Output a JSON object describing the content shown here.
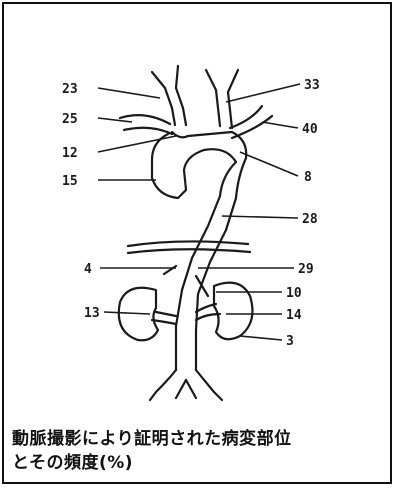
{
  "figure": {
    "labels": [
      "23",
      "33",
      "25",
      "40",
      "12",
      "15",
      "8",
      "28",
      "4",
      "29",
      "10",
      "13",
      "14",
      "3"
    ],
    "caption_line1": "動脈撮影により証明された病変部位",
    "caption_line2": "とその頻度(%)"
  }
}
